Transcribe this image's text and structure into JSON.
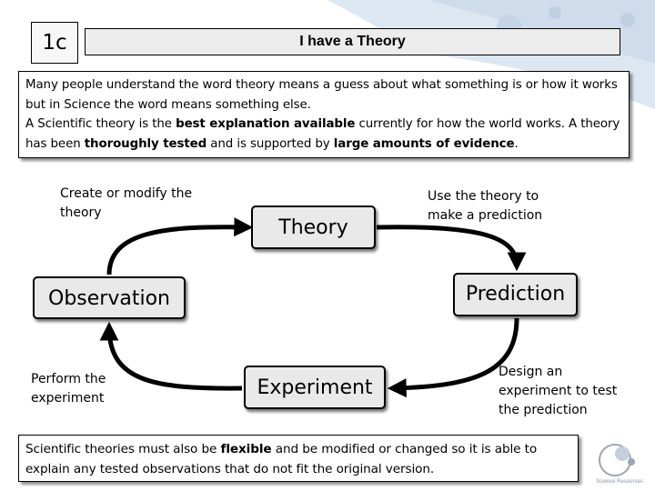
{
  "lesson_code": "1c",
  "title": "I have a Theory",
  "intro": {
    "line1": "Many people understand the word theory means a guess about what something is or how it works but in Science the word means something else.",
    "line2_prefix": "A Scientific theory is the ",
    "line2_bold1": "best explanation available",
    "line2_mid": " currently for how the world works. A theory has been ",
    "line2_bold2": "thoroughly tested",
    "line2_mid2": " and is supported by ",
    "line2_bold3": "large amounts of evidence",
    "line2_suffix": "."
  },
  "cycle": {
    "stages": {
      "theory": "Theory",
      "prediction": "Prediction",
      "experiment": "Experiment",
      "observation": "Observation"
    },
    "captions": {
      "create_modify": "Create or modify the theory",
      "use_theory": "Use the theory to make a prediction",
      "design": "Design an experiment to test the prediction",
      "perform": "Perform the experiment"
    }
  },
  "footer": {
    "prefix": "Scientific theories must also be ",
    "bold": "flexible",
    "suffix": " and be modified or changed so it is able to explain any tested observations that do not fit the original version."
  },
  "logo": {
    "icon": "science-resources-logo-icon",
    "text": "Science Resources"
  },
  "colors": {
    "background_wave": "#dde7f2",
    "stage_fill": "#e9e9e9",
    "title_bar_fill": "#ececec"
  }
}
